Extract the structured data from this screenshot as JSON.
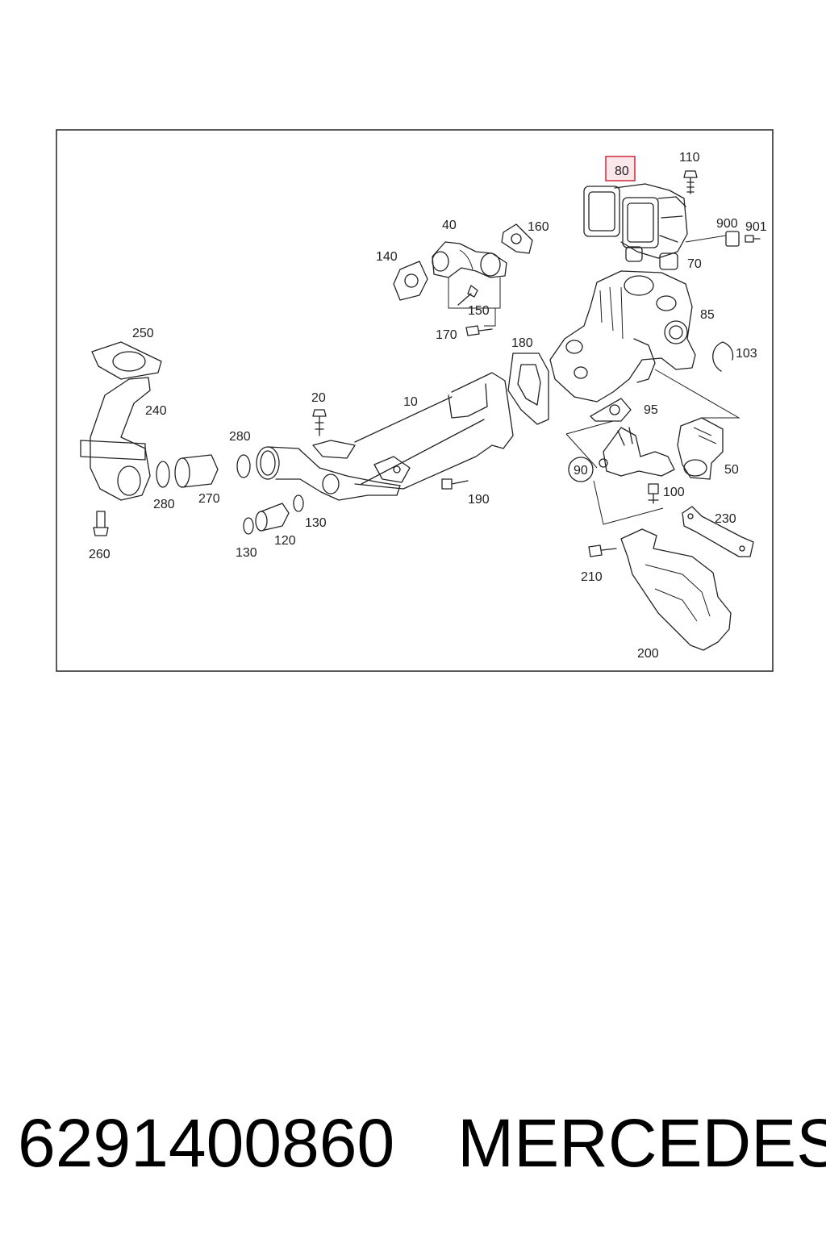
{
  "diagram": {
    "highlighted_callout": "80",
    "callouts": [
      {
        "id": "c110",
        "label": "110"
      },
      {
        "id": "c900",
        "label": "900"
      },
      {
        "id": "c901",
        "label": "901"
      },
      {
        "id": "c70",
        "label": "70"
      },
      {
        "id": "c40",
        "label": "40"
      },
      {
        "id": "c160",
        "label": "160"
      },
      {
        "id": "c140",
        "label": "140"
      },
      {
        "id": "c150",
        "label": "150"
      },
      {
        "id": "c85",
        "label": "85"
      },
      {
        "id": "c170",
        "label": "170"
      },
      {
        "id": "c250",
        "label": "250"
      },
      {
        "id": "c180",
        "label": "180"
      },
      {
        "id": "c103",
        "label": "103"
      },
      {
        "id": "c240",
        "label": "240"
      },
      {
        "id": "c20",
        "label": "20"
      },
      {
        "id": "c10",
        "label": "10"
      },
      {
        "id": "c95",
        "label": "95"
      },
      {
        "id": "c280a",
        "label": "280"
      },
      {
        "id": "c90",
        "label": "90"
      },
      {
        "id": "c50",
        "label": "50"
      },
      {
        "id": "c280b",
        "label": "280"
      },
      {
        "id": "c270",
        "label": "270"
      },
      {
        "id": "c190",
        "label": "190"
      },
      {
        "id": "c100",
        "label": "100"
      },
      {
        "id": "c230",
        "label": "230"
      },
      {
        "id": "c130a",
        "label": "130"
      },
      {
        "id": "c130b",
        "label": "130"
      },
      {
        "id": "c120",
        "label": "120"
      },
      {
        "id": "c260",
        "label": "260"
      },
      {
        "id": "c210",
        "label": "210"
      },
      {
        "id": "c200",
        "label": "200"
      }
    ]
  },
  "caption": {
    "part_number": "6291400860",
    "brand": "MERCEDES"
  }
}
